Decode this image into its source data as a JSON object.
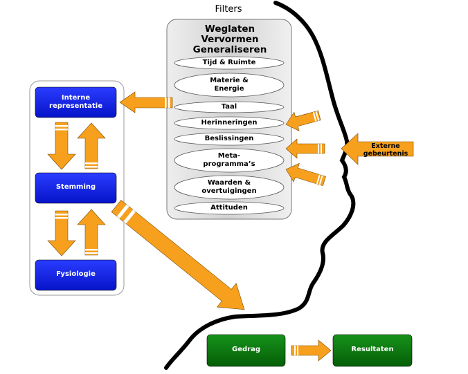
{
  "header": {
    "filters_title": "Filters"
  },
  "filter_operations": [
    "Weglaten",
    "Vervormen",
    "Generaliseren"
  ],
  "filters": [
    "Tijd & Ruimte",
    "Materie & Energie",
    "Taal",
    "Herinneringen",
    "Beslissingen",
    "Meta-programma’s",
    "Waarden & overtuigingen",
    "Attituden"
  ],
  "filters_display": [
    "Tijd & Ruimte",
    "Materie &\nEnergie",
    "Taal",
    "Herinneringen",
    "Beslissingen",
    "Meta-\nprogramma’s",
    "Waarden &\novertuigingen",
    "Attituden"
  ],
  "states": {
    "interne_representatie": "Interne representatie",
    "stemming": "Stemming",
    "fysiologie": "Fysiologie"
  },
  "external": {
    "label": "Externe gebeurtenis"
  },
  "outcomes": {
    "gedrag": "Gedrag",
    "resultaten": "Resultaten"
  },
  "colors": {
    "blue_box": "#0a1ee8",
    "green_box": "#087a0a",
    "arrow_orange": "#f7a01d",
    "filter_panel": "#d9d9d9",
    "pill_fill": "#ffffff",
    "profile_line": "#000000"
  }
}
